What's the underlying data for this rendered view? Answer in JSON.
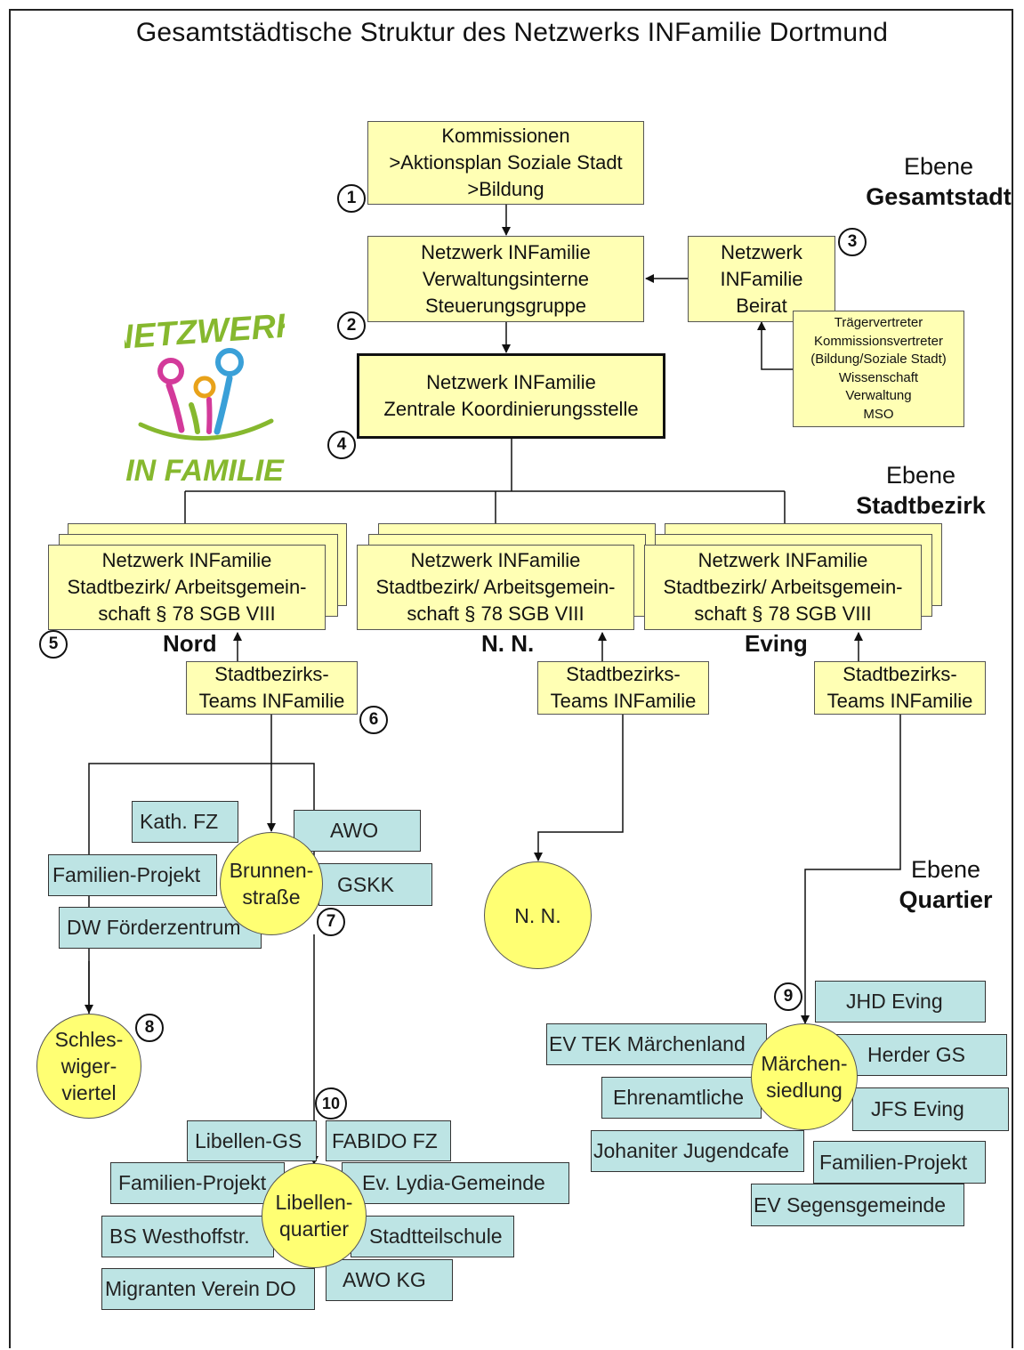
{
  "title": "Gesamtstädtische Struktur des Netzwerks INFamilie Dortmund",
  "levels": {
    "gesamtstadt": {
      "line1": "Ebene",
      "line2": "Gesamtstadt"
    },
    "stadtbezirk": {
      "line1": "Ebene",
      "line2": "Stadtbezirk"
    },
    "quartier": {
      "line1": "Ebene",
      "line2": "Quartier"
    }
  },
  "logo": {
    "top_text": "NETZWERK",
    "bottom_text": "IN FAMILIE",
    "colors": [
      "#86b82e",
      "#d33a9a",
      "#3aa0d8",
      "#e8a21a"
    ]
  },
  "boxes": {
    "kommissionen": "Kommissionen\n>Aktionsplan Soziale Stadt\n>Bildung",
    "steuerungsgruppe": "Netzwerk INFamilie\nVerwaltungsinterne\nSteuerungsgruppe",
    "beirat": "Netzwerk\nINFamilie\nBeirat",
    "beirat_members": "Trägervertreter\nKommissionsvertreter\n(Bildung/Soziale Stadt)\nWissenschaft\nVerwaltung\nMSO",
    "koordinierung": "Netzwerk INFamilie\nZentrale Koordinierungsstelle",
    "stadtbezirk": "Netzwerk INFamilie\nStadtbezirk/ Arbeitsgemein-\nschaft § 78 SGB VIII",
    "teams": "Stadtbezirks-\nTeams INFamilie"
  },
  "districts": [
    "Nord",
    "N. N.",
    "Eving"
  ],
  "numbers": [
    "1",
    "2",
    "3",
    "4",
    "5",
    "6",
    "7",
    "8",
    "9",
    "10"
  ],
  "quarters": {
    "brunnenstrasse": "Brunnen-\nstraße",
    "nn": "N. N.",
    "schleswiger": "Schles-\nwiger-\nviertel",
    "libellen": "Libellen-\nquartier",
    "maerchen": "Märchen-\nsiedlung"
  },
  "partners": {
    "brunnen": [
      "Kath. FZ",
      "AWO",
      "Familien-Projekt",
      "GSKK",
      "DW Förderzentrum"
    ],
    "libellen": [
      "Libellen-GS",
      "FABIDO FZ",
      "Familien-Projekt",
      "Ev. Lydia-Gemeinde",
      "BS Westhoffstr.",
      "Stadtteilschule",
      "Migranten Verein DO",
      "AWO KG"
    ],
    "maerchen": [
      "JHD Eving",
      "EV TEK Märchenland",
      "Herder GS",
      "Ehrenamtliche",
      "JFS Eving",
      "Johaniter Jugendcafe",
      "Familien-Projekt",
      "EV Segensgemeinde"
    ]
  },
  "colors": {
    "yellow_box": "#ffffb4",
    "yellow_circle": "#ffff73",
    "teal_box": "#bde4e4"
  }
}
